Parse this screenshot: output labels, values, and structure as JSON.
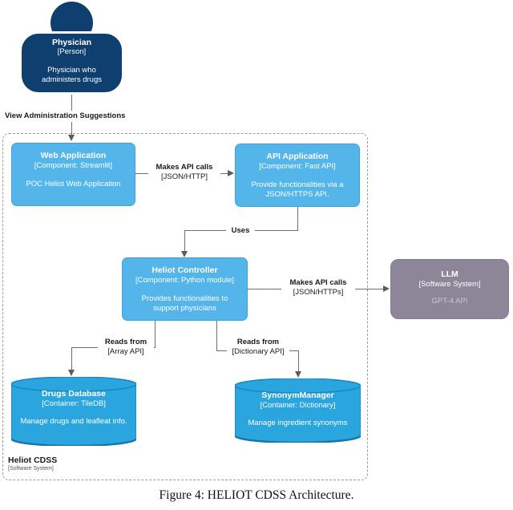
{
  "diagram": {
    "person": {
      "name": "Physician",
      "meta": "[Person]",
      "desc": "Physician who administers drugs"
    },
    "nodes": {
      "web_app": {
        "title": "Web Application",
        "meta": "[Component: Streamlit]",
        "desc": "POC Heliot Web Application"
      },
      "api_app": {
        "title": "API Application",
        "meta": "[Component: Fast API]",
        "desc": "Provide functionalities via a JSON/HTTPS API."
      },
      "controller": {
        "title": "Heliot Controller",
        "meta": "[Component: Python module]",
        "desc": "Provides functionalities to support physicians"
      },
      "llm": {
        "title": "LLM",
        "meta": "[Software System]",
        "desc": "GPT-4 API"
      },
      "drugs_db": {
        "title": "Drugs Database",
        "meta": "[Container: TileDB]",
        "desc": "Manage drugs and leafleat info."
      },
      "synonym_manager": {
        "title": "SynonymManager",
        "meta": "[Container: Dictionary]",
        "desc": "Manage ingredient synonyms"
      }
    },
    "edges": {
      "view_suggestions": {
        "label": "View Administration Suggestions"
      },
      "web_to_api": {
        "label": "Makes API calls",
        "meta": "[JSON/HTTP]"
      },
      "api_to_controller": {
        "label": "Uses"
      },
      "controller_to_llm": {
        "label": "Makes API calls",
        "meta": "[JSON/HTTPs]"
      },
      "controller_to_drugs": {
        "label": "Reads from",
        "meta": "[Array API]"
      },
      "controller_to_synonyms": {
        "label": "Reads from",
        "meta": "[Dictionary API]"
      }
    },
    "boundary": {
      "name": "Heliot CDSS",
      "meta": "[Software System]"
    },
    "colors": {
      "person": "#0e3f6e",
      "component_fill": "#54b5ea",
      "container_fill": "#2aa5de",
      "external_system_fill": "#8d8698",
      "edge_line": "#6e6e6e"
    }
  },
  "caption": "Figure 4: HELIOT CDSS Architecture."
}
